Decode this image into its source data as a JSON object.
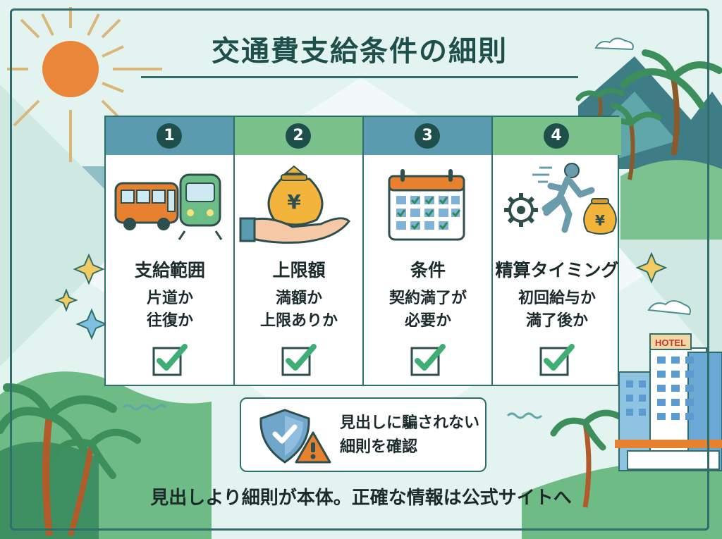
{
  "title": "交通費支給条件の細則",
  "columns": [
    {
      "number": "1",
      "title": "支給範囲",
      "desc_line1": "片道か",
      "desc_line2": "往復か",
      "icon": "bus-train-icon",
      "header_color": "#5b9bb0"
    },
    {
      "number": "2",
      "title": "上限額",
      "desc_line1": "満額か",
      "desc_line2": "上限ありか",
      "icon": "yen-money-bag-hand-icon",
      "header_color": "#79c08a"
    },
    {
      "number": "3",
      "title": "条件",
      "desc_line1": "契約満了が",
      "desc_line2": "必要か",
      "icon": "calendar-check-icon",
      "header_color": "#5b9bb0"
    },
    {
      "number": "4",
      "title": "精算タイミング",
      "desc_line1": "初回給与か",
      "desc_line2": "満了後か",
      "icon": "running-person-gear-icon",
      "header_color": "#79c08a"
    }
  ],
  "notice": {
    "line1": "見出しに騙されない",
    "line2": "細則を確認",
    "icon": "shield-check-warning-icon"
  },
  "footer": "見出しより細則が本体。正確な情報は公式サイトへ",
  "hotel_sign": "HOTEL",
  "colors": {
    "dark_teal": "#1f4f4b",
    "check_green": "#3fae74",
    "accent_orange": "#e8812f"
  }
}
